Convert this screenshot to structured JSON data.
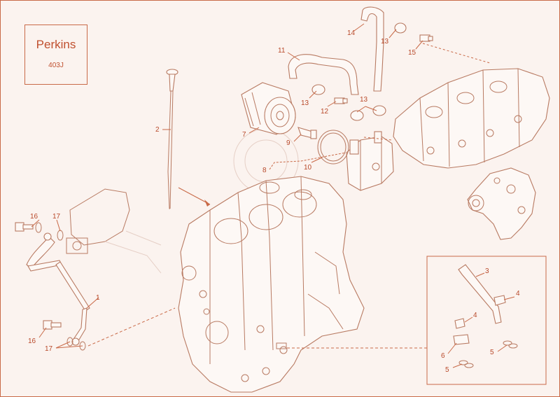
{
  "title_box": {
    "brand": "Perkins",
    "model": "403J"
  },
  "callouts": [
    {
      "id": "c-11",
      "text": "11"
    },
    {
      "id": "c-14",
      "text": "14"
    },
    {
      "id": "c-13a",
      "text": "13"
    },
    {
      "id": "c-15",
      "text": "15"
    },
    {
      "id": "c-13b",
      "text": "13"
    },
    {
      "id": "c-12",
      "text": "12"
    },
    {
      "id": "c-13c",
      "text": "13"
    },
    {
      "id": "c-2",
      "text": "2"
    },
    {
      "id": "c-7",
      "text": "7"
    },
    {
      "id": "c-9",
      "text": "9"
    },
    {
      "id": "c-8",
      "text": "8"
    },
    {
      "id": "c-10",
      "text": "10"
    },
    {
      "id": "c-16a",
      "text": "16"
    },
    {
      "id": "c-17a",
      "text": "17"
    },
    {
      "id": "c-1",
      "text": "1"
    },
    {
      "id": "c-16b",
      "text": "16"
    },
    {
      "id": "c-17b",
      "text": "17"
    },
    {
      "id": "c-3",
      "text": "3"
    },
    {
      "id": "c-4a",
      "text": "4"
    },
    {
      "id": "c-4b",
      "text": "4"
    },
    {
      "id": "c-6",
      "text": "6"
    },
    {
      "id": "c-5a",
      "text": "5"
    },
    {
      "id": "c-5b",
      "text": "5"
    }
  ]
}
